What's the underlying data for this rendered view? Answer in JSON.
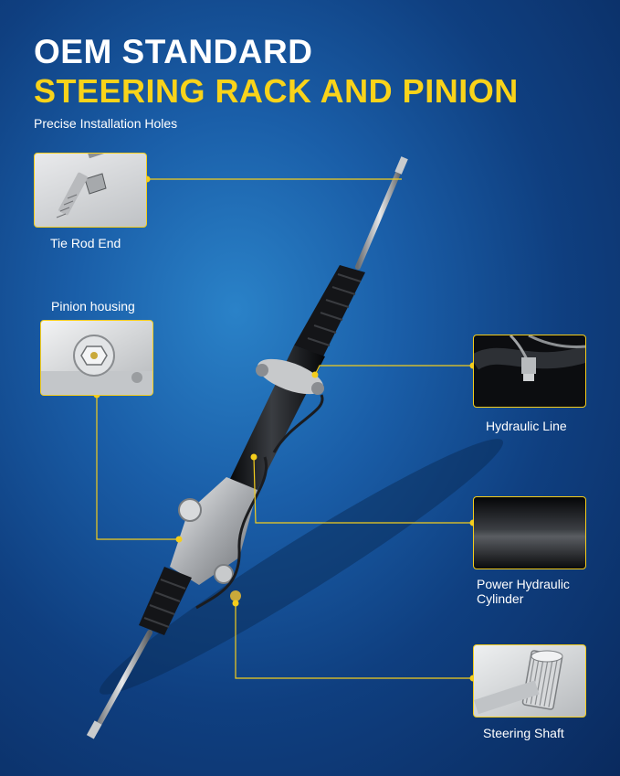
{
  "header": {
    "title_line1": "OEM STANDARD",
    "title_line2": "STEERING RACK AND PINION",
    "subtitle": "Precise Installation Holes"
  },
  "callouts": {
    "tie_rod_end": "Tie Rod End",
    "pinion_housing": "Pinion housing",
    "hydraulic_line": "Hydraulic Line",
    "power_hydraulic_cylinder_line1": "Power Hydraulic",
    "power_hydraulic_cylinder_line2": "Cylinder",
    "steering_shaft": "Steering Shaft"
  },
  "colors": {
    "accent_yellow": "#f9d31a",
    "background_blue": "#1a5ea8",
    "text_white": "#ffffff"
  }
}
